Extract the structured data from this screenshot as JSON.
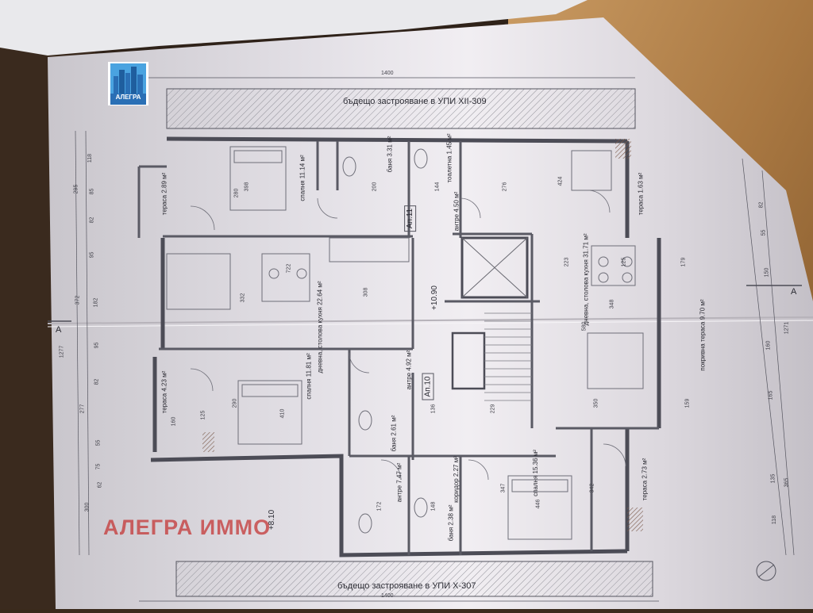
{
  "header": {
    "top_dimension": "1400",
    "top_note": "бъдещо застрояване в УПИ XII-309"
  },
  "footer": {
    "bottom_dimension": "1400",
    "bottom_note": "бъдещо застрояване в УПИ Х-307"
  },
  "logo": {
    "text": "АЛЕГРА",
    "colors": {
      "sky": "#4aa3e0",
      "buildings": "#2a6fb5"
    }
  },
  "watermark": "АЛЕГРА ИММО",
  "apartments": [
    {
      "label": "Ап.11"
    },
    {
      "label": "Ап.10"
    }
  ],
  "rooms": {
    "bedroom_top": {
      "name": "спалня",
      "area": "11.14 м²"
    },
    "bath_top": {
      "name": "баня",
      "area": "3.31 м²"
    },
    "wc_top": {
      "name": "тоалетна",
      "area": "1.45 м²"
    },
    "hall_top": {
      "name": "антре",
      "area": "4.50 м²"
    },
    "terrace_top_left": {
      "name": "тераса",
      "area": "2.89 м²"
    },
    "terrace_top_right": {
      "name": "тераса",
      "area": "1.63 м²"
    },
    "living_left": {
      "name": "дневна, столова кухня",
      "area": "22.64 м²"
    },
    "living_right": {
      "name": "дневна, столова кухня",
      "area": "31.71 м²"
    },
    "terrace_right_big": {
      "name": "покривна тераса",
      "area": "9.70 м²"
    },
    "bedroom_mid": {
      "name": "спалня",
      "area": "11.81 м²"
    },
    "hall_mid": {
      "name": "антре",
      "area": "4.92 м²"
    },
    "terrace_mid_left": {
      "name": "тераса",
      "area": "4.23 м²"
    },
    "bath_mid": {
      "name": "баня",
      "area": "2.61 м²"
    },
    "hall_bottom": {
      "name": "антре",
      "area": "7.47 м²"
    },
    "corridor_bottom": {
      "name": "коридор",
      "area": "2.27 м²"
    },
    "wc_bottom": {
      "name": "баня",
      "area": "2.38 м²"
    },
    "bedroom_bottom": {
      "name": "спалня",
      "area": "15.36 м²"
    },
    "terrace_bottom_right": {
      "name": "тераса",
      "area": "2.73 м²"
    }
  },
  "levels": {
    "main": "+10.90",
    "lower": "+8.10"
  },
  "dimensions": {
    "left_col": [
      "118",
      "295",
      "85",
      "82",
      "95",
      "372",
      "182",
      "95",
      "277",
      "82",
      "55",
      "75",
      "62",
      "300"
    ],
    "right_col": [
      "82",
      "55",
      "150",
      "160",
      "165",
      "135",
      "118",
      "365",
      "1271",
      "1277"
    ],
    "interior": [
      "398",
      "280",
      "200",
      "144",
      "424",
      "276",
      "722",
      "332",
      "308",
      "223",
      "125",
      "179",
      "348",
      "410",
      "290",
      "160",
      "125",
      "136",
      "229",
      "159",
      "172",
      "148",
      "446",
      "347",
      "342",
      "350",
      "580"
    ]
  },
  "section_marker": "А",
  "colors": {
    "paper": "#d9d5dc",
    "paper_light": "#eeebef",
    "wall": "#55555f",
    "wood": "#b58a55",
    "background_dark": "#2f2219"
  }
}
